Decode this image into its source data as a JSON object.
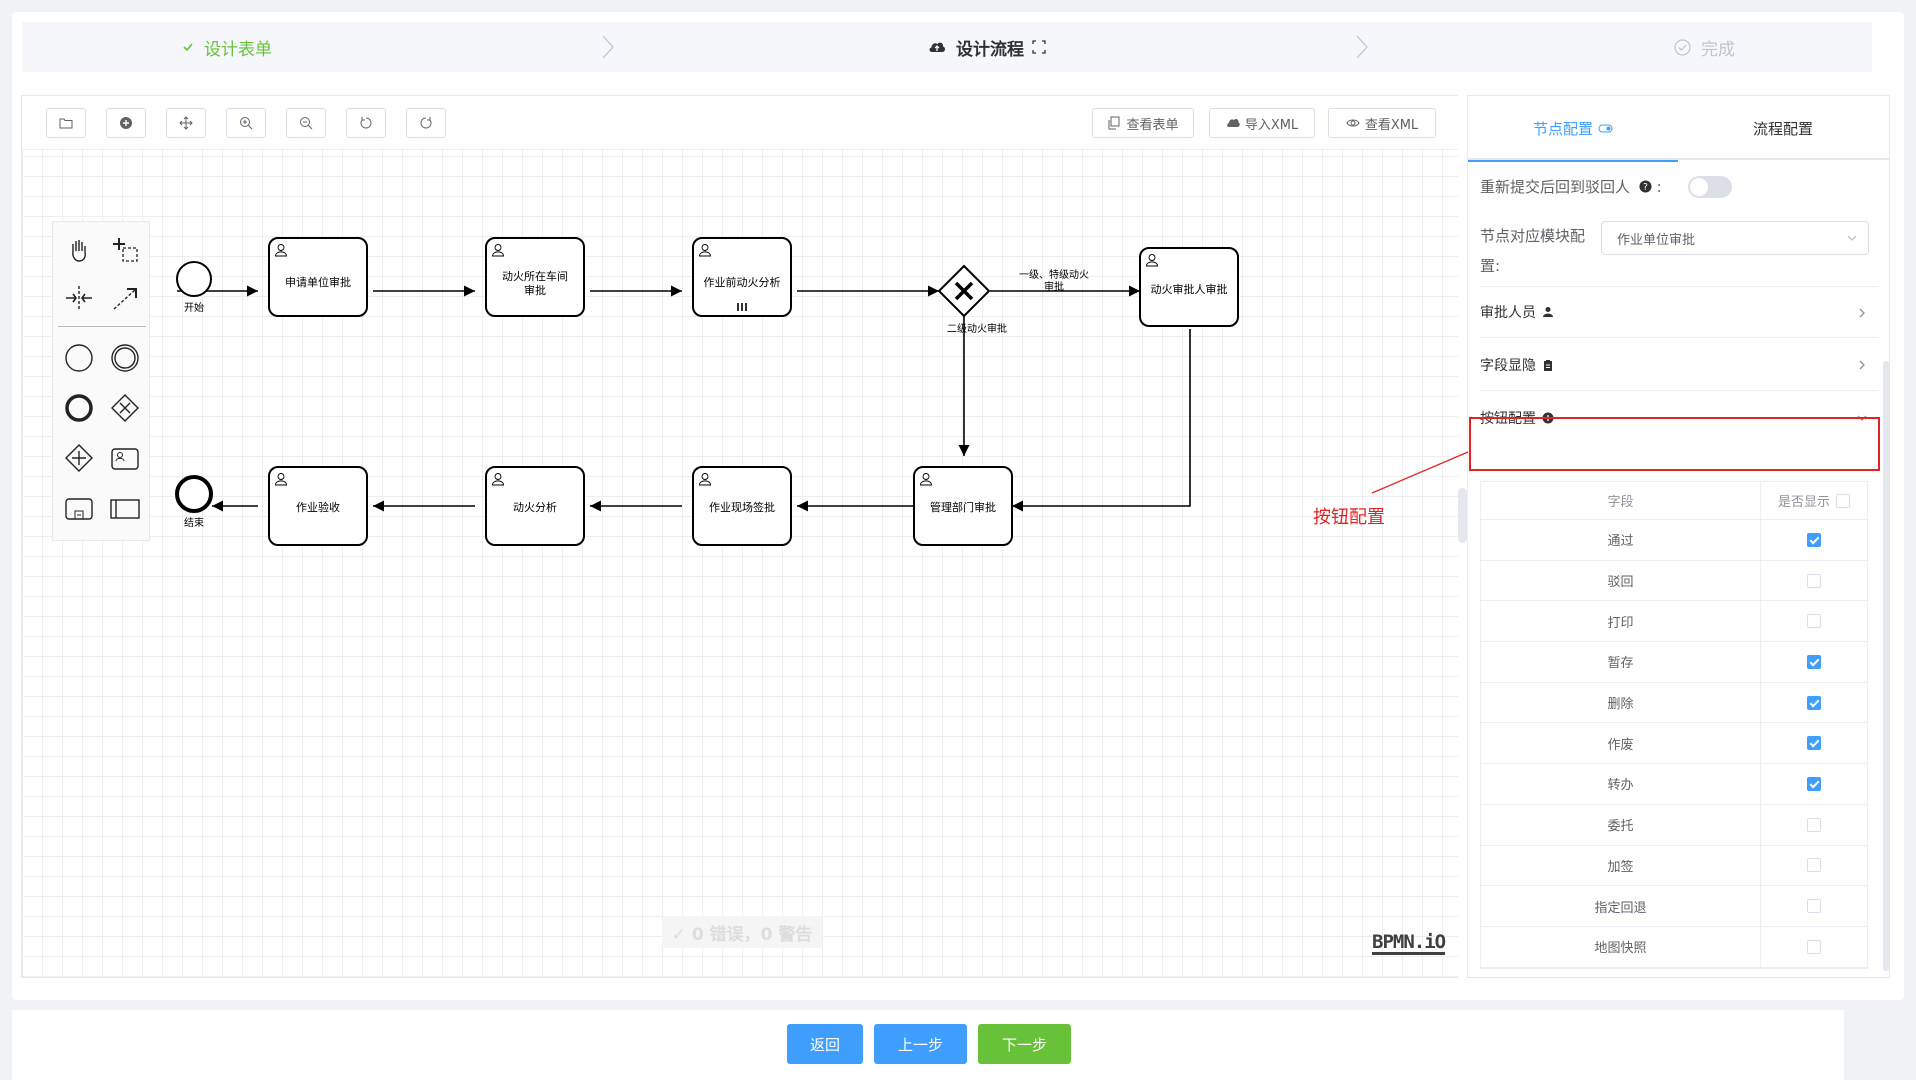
{
  "steps": [
    {
      "label": "设计表单",
      "status": "done"
    },
    {
      "label": "设计流程",
      "status": "active"
    },
    {
      "label": "完成",
      "status": "wait"
    }
  ],
  "toolbar": {
    "view_form": "查看表单",
    "import_xml": "导入XML",
    "view_xml": "查看XML"
  },
  "diagram": {
    "start_label": "开始",
    "end_label": "结束",
    "tasks": {
      "t1": "申请单位审批",
      "t2a": "动火所在车间",
      "t2b": "审批",
      "t3": "作业前动火分析",
      "t4": "动火审批人审批",
      "t5": "管理部门审批",
      "t6": "作业现场签批",
      "t7": "动火分析",
      "t8": "作业验收"
    },
    "gateway_label": "二级动火审批",
    "flow_label_a": "一级、特级动火",
    "flow_label_b": "审批"
  },
  "lint": "✓ 0 错误，0 警告",
  "logo": "BPMN.iO",
  "panel": {
    "tabs": [
      "节点配置",
      "流程配置"
    ],
    "resubmit_label": "重新提交后回到驳回人",
    "module_label_a": "节点对应模块配",
    "module_label_b": "置:",
    "module_value": "作业单位审批",
    "sections": [
      {
        "label": "审批人员",
        "icon": "user-icon"
      },
      {
        "label": "字段显隐",
        "icon": "clipboard-icon"
      },
      {
        "label": "按钮配置",
        "icon": "plus-circle-icon"
      }
    ],
    "table_head": {
      "field": "字段",
      "show": "是否显示"
    },
    "buttons": [
      {
        "name": "通过",
        "checked": true
      },
      {
        "name": "驳回",
        "checked": false
      },
      {
        "name": "打印",
        "checked": false
      },
      {
        "name": "暂存",
        "checked": true
      },
      {
        "name": "删除",
        "checked": true
      },
      {
        "name": "作废",
        "checked": true
      },
      {
        "name": "转办",
        "checked": true
      },
      {
        "name": "委托",
        "checked": false
      },
      {
        "name": "加签",
        "checked": false
      },
      {
        "name": "指定回退",
        "checked": false
      },
      {
        "name": "地图快照",
        "checked": false
      }
    ]
  },
  "annotation": "按钮配置",
  "footer": {
    "back": "返回",
    "prev": "上一步",
    "next": "下一步"
  },
  "colors": {
    "primary": "#409eff",
    "success": "#67c23a",
    "highlight": "#e02424"
  }
}
